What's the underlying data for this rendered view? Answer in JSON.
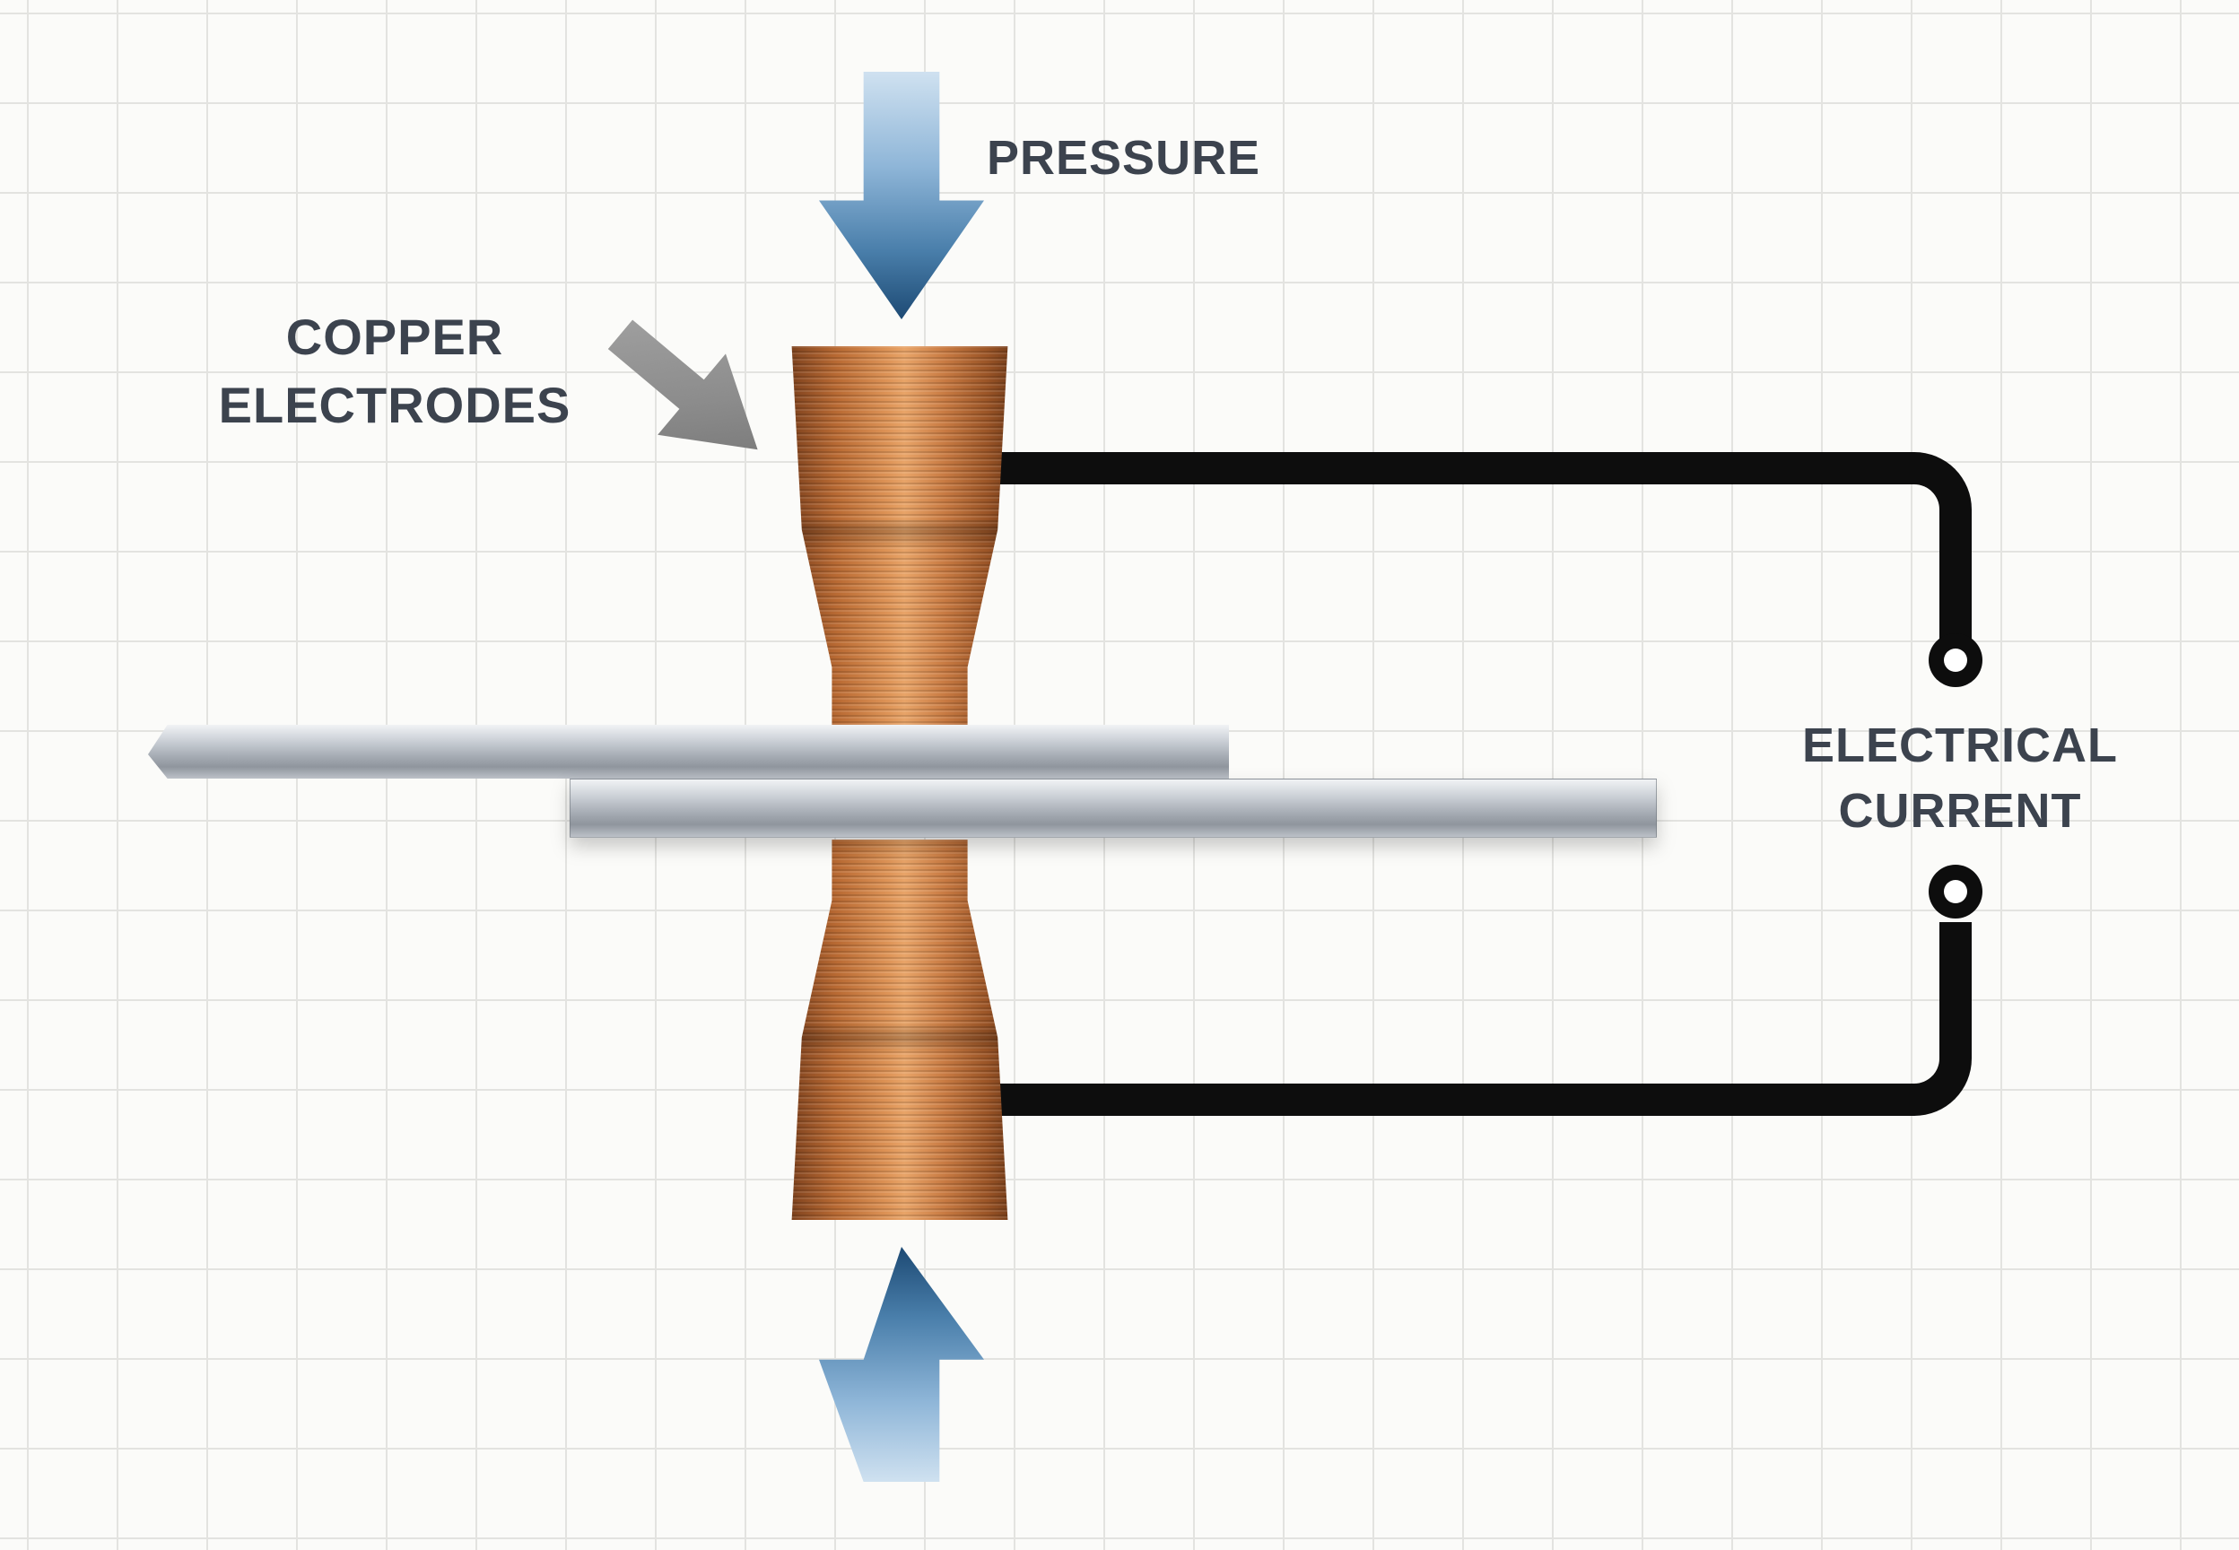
{
  "labels": {
    "pressure": "PRESSURE",
    "copper_electrodes_line1": "COPPER",
    "copper_electrodes_line2": "ELECTRODES",
    "electrical_current_line1": "ELECTRICAL",
    "electrical_current_line2": "CURRENT"
  },
  "colors": {
    "background": "#fbfbf9",
    "grid_line": "#e3e3e0",
    "label_text": "#3c434e",
    "pressure_arrow_light": "#cfe1f0",
    "pressure_arrow_dark": "#1d4a74",
    "copper_highlight": "#e8a468",
    "copper_shadow": "#5e2f13",
    "pointer_gray": "#8c8c8c",
    "wire_black": "#0d0d0d",
    "steel_sheet": "#aab0b8"
  },
  "diagram": {
    "type": "spot-welding-schematic",
    "components": [
      "pressure-arrow-top",
      "pressure-arrow-bottom",
      "copper-electrode-upper",
      "copper-electrode-lower",
      "steel-sheet-upper",
      "steel-sheet-lower",
      "wire-upper",
      "wire-lower",
      "terminal-upper",
      "terminal-lower"
    ]
  }
}
